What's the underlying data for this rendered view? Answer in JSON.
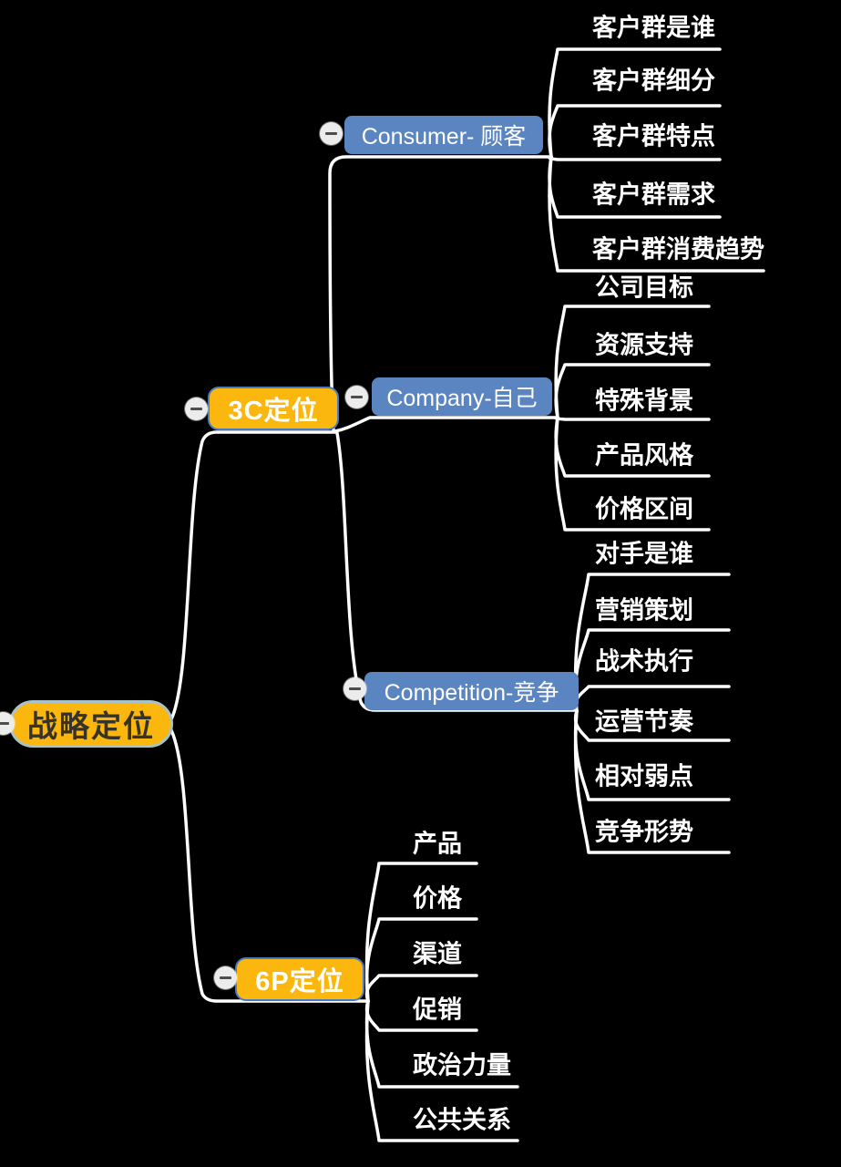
{
  "colors": {
    "background": "#000000",
    "root_fill": "#FBB70D",
    "root_border": "#A8C2CB",
    "root_text": "#373328",
    "branch_fill": "#FBB70D",
    "branch_border": "#4A7BC2",
    "branch_text": "#FFFFFF",
    "subtopic_fill": "#5A85C1",
    "subtopic_text": "#FFFFFF",
    "leaf_text": "#FFFFFF",
    "connector_line": "#FFFFFF",
    "collapse_circle": "#ECECEC",
    "collapse_bar": "#4D4D4D"
  },
  "icons": {
    "collapse": "minus"
  },
  "mindmap": {
    "root": {
      "label": "战略定位"
    },
    "branches": [
      {
        "label": "3C定位",
        "subtopics": [
          {
            "label": "Consumer- 顾客",
            "leaves": [
              {
                "label": "客户群是谁"
              },
              {
                "label": "客户群细分"
              },
              {
                "label": "客户群特点"
              },
              {
                "label": "客户群需求"
              },
              {
                "label": "客户群消费趋势"
              }
            ]
          },
          {
            "label": "Company-自己",
            "leaves": [
              {
                "label": "公司目标"
              },
              {
                "label": "资源支持"
              },
              {
                "label": "特殊背景"
              },
              {
                "label": "产品风格"
              },
              {
                "label": "价格区间"
              }
            ]
          },
          {
            "label": "Competition-竞争",
            "leaves": [
              {
                "label": "对手是谁"
              },
              {
                "label": "营销策划"
              },
              {
                "label": "战术执行"
              },
              {
                "label": "运营节奏"
              },
              {
                "label": "相对弱点"
              },
              {
                "label": "竞争形势"
              }
            ]
          }
        ]
      },
      {
        "label": "6P定位",
        "leaves": [
          {
            "label": "产品"
          },
          {
            "label": "价格"
          },
          {
            "label": "渠道"
          },
          {
            "label": "促销"
          },
          {
            "label": "政治力量"
          },
          {
            "label": "公共关系"
          }
        ]
      }
    ]
  }
}
